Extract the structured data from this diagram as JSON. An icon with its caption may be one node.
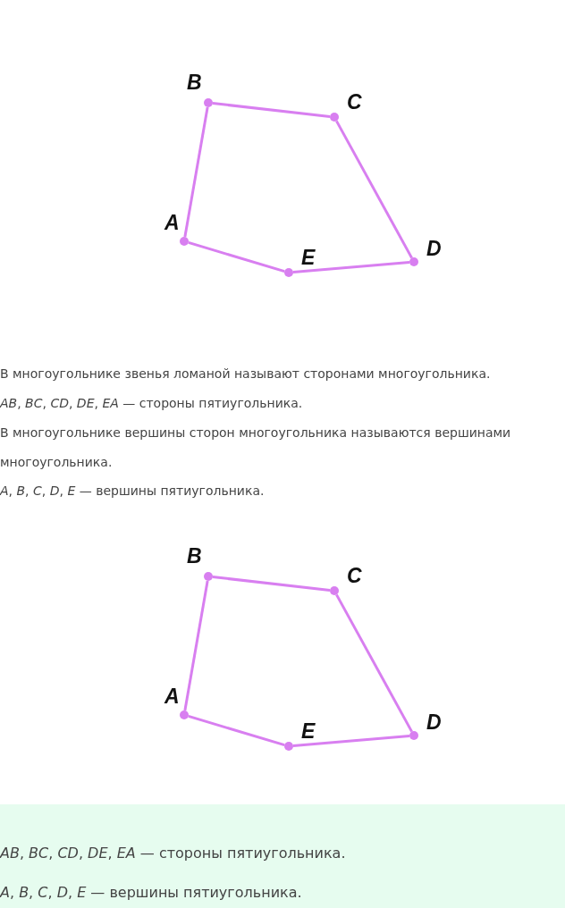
{
  "diagram": {
    "nodes": [
      {
        "text": [],
        "shape": "circle",
        "beside": [
          "A"
        ]
      },
      {
        "text": [],
        "shape": "circle",
        "beside": [
          "B"
        ]
      },
      {
        "text": [],
        "shape": "circle",
        "beside": [
          "C"
        ]
      },
      {
        "text": [],
        "shape": "circle",
        "beside": [
          "D"
        ]
      },
      {
        "text": [],
        "shape": "circle",
        "beside": [
          "E"
        ]
      },
      {
        "text": [],
        "shape": "circle",
        "beside": [
          "A"
        ]
      },
      {
        "text": [],
        "shape": "circle",
        "beside": [
          "B"
        ]
      },
      {
        "text": [],
        "shape": "circle",
        "beside": [
          "C"
        ]
      },
      {
        "text": [],
        "shape": "circle",
        "beside": [
          "D"
        ]
      },
      {
        "text": [],
        "shape": "circle",
        "beside": [
          "E"
        ]
      }
    ],
    "edges": [
      {
        "from": 0,
        "to": 1,
        "arrow": "none"
      },
      {
        "from": 1,
        "to": 2,
        "arrow": "none"
      },
      {
        "from": 2,
        "to": 3,
        "arrow": "none"
      },
      {
        "from": 3,
        "to": 4,
        "arrow": "none"
      },
      {
        "from": 4,
        "to": 0,
        "arrow": "none"
      },
      {
        "from": 5,
        "to": 6,
        "arrow": "none"
      },
      {
        "from": 6,
        "to": 7,
        "arrow": "none"
      },
      {
        "from": 7,
        "to": 8,
        "arrow": "none"
      },
      {
        "from": 8,
        "to": 9,
        "arrow": "none"
      },
      {
        "from": 9,
        "to": 5,
        "arrow": "none"
      }
    ],
    "labels": [
      "В многоугольнике звенья ломаной называют сторонами многоугольника.",
      "*AB*, *BC*, *CD*, *DE*, *EA* — стороны пятиугольника.",
      "В многоугольнике вершины сторон многоугольника называются вершинами многоугольника.",
      "*A*, *B*, *C*, *D*, *E* — вершины пятиугольника.",
      "*AB*, *BC*, *CD*, *DE*, *EA* — стороны пятиугольника.",
      "*A*, *B*, *C*, *D*, *E* — вершины пятиугольника."
    ]
  }
}
